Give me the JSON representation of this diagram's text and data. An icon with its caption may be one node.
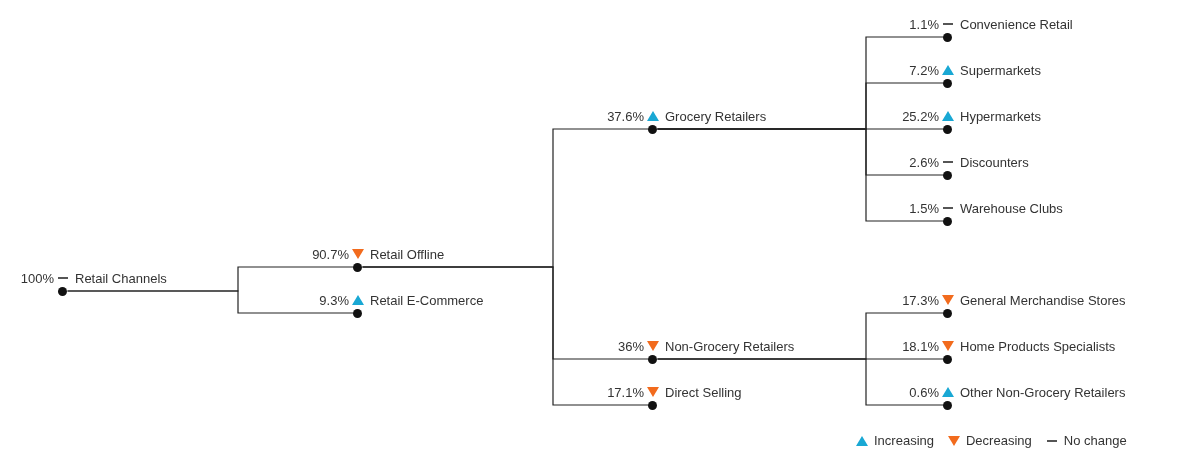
{
  "diagram": {
    "nodes": [
      {
        "text": [
          "100%",
          "Retail Channels"
        ]
      },
      {
        "text": [
          "90.7%",
          "Retail Offline"
        ]
      },
      {
        "text": [
          "9.3%",
          "Retail E-Commerce"
        ]
      },
      {
        "text": [
          "37.6%",
          "Grocery Retailers"
        ]
      },
      {
        "text": [
          "36%",
          "Non-Grocery Retailers"
        ]
      },
      {
        "text": [
          "17.1%",
          "Direct Selling"
        ]
      },
      {
        "text": [
          "1.1%",
          "Convenience Retail"
        ]
      },
      {
        "text": [
          "7.2%",
          "Supermarkets"
        ]
      },
      {
        "text": [
          "25.2%",
          "Hypermarkets"
        ]
      },
      {
        "text": [
          "2.6%",
          "Discounters"
        ]
      },
      {
        "text": [
          "1.5%",
          "Warehouse Clubs"
        ]
      },
      {
        "text": [
          "17.3%",
          "General Merchandise Stores"
        ]
      },
      {
        "text": [
          "18.1%",
          "Home Products Specialists"
        ]
      },
      {
        "text": [
          "0.6%",
          "Other Non-Grocery Retailers"
        ]
      }
    ],
    "edges": [
      {
        "from": 0,
        "to": 1,
        "arrow": "none"
      },
      {
        "from": 0,
        "to": 2,
        "arrow": "none"
      },
      {
        "from": 1,
        "to": 3,
        "arrow": "none"
      },
      {
        "from": 1,
        "to": 4,
        "arrow": "none"
      },
      {
        "from": 1,
        "to": 5,
        "arrow": "none"
      },
      {
        "from": 3,
        "to": 6,
        "arrow": "none"
      },
      {
        "from": 3,
        "to": 7,
        "arrow": "none"
      },
      {
        "from": 3,
        "to": 8,
        "arrow": "none"
      },
      {
        "from": 3,
        "to": 9,
        "arrow": "none"
      },
      {
        "from": 3,
        "to": 10,
        "arrow": "none"
      },
      {
        "from": 4,
        "to": 11,
        "arrow": "none"
      },
      {
        "from": 4,
        "to": 12,
        "arrow": "none"
      },
      {
        "from": 4,
        "to": 13,
        "arrow": "none"
      }
    ],
    "legend": [
      {
        "text": "Increasing"
      },
      {
        "text": "Decreasing"
      },
      {
        "text": "No change"
      }
    ]
  }
}
